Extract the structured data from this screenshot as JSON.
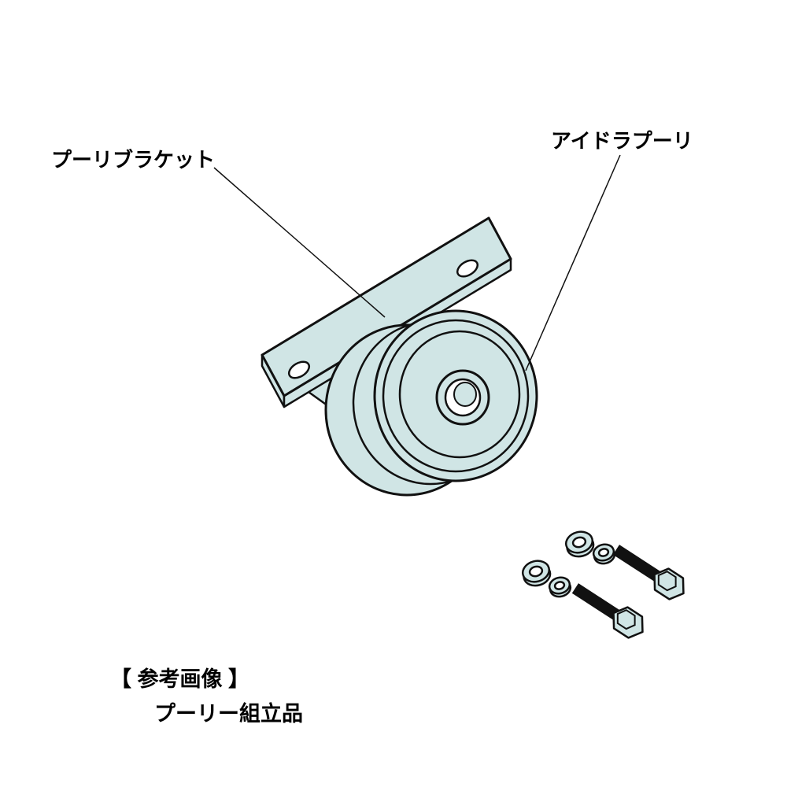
{
  "labels": {
    "bracket": "プーリブラケット",
    "pulley": "アイドラプーリ"
  },
  "caption": {
    "reference": "【 参考画像 】",
    "assembly": "プーリー組立品"
  },
  "colors": {
    "background": "#ffffff",
    "part_fill": "#d0e5e5",
    "outline": "#111111"
  },
  "parts": {
    "bracket": "pulley-bracket-plate",
    "pulley": "idler-pulley",
    "hardware": [
      "flat-washer",
      "flat-washer",
      "flat-washer",
      "flat-washer",
      "hex-bolt",
      "hex-bolt"
    ]
  }
}
